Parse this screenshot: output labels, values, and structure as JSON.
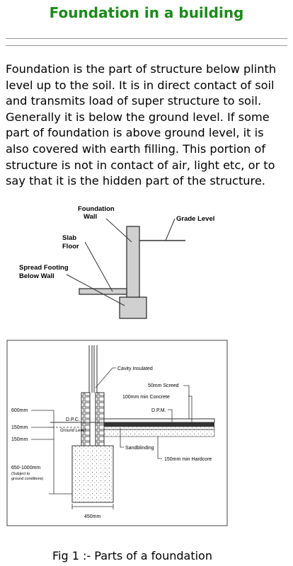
{
  "page": {
    "title": "Foundation in a building",
    "paragraph": "Foundation is the part of structure below plinth level up to the soil. It is in direct contact of soil and transmits load of super structure to soil. Generally it is below the ground level. If some part of foundation is above ground level, it is also covered with earth filling. This portion of structure is not in contact of air, light etc, or to say that it is the hidden part of the structure.",
    "caption": "Fig 1 :-  Parts of a foundation"
  },
  "diagram1": {
    "labels": {
      "foundation_wall_1": "Foundation",
      "foundation_wall_2": "Wall",
      "grade_level": "Grade Level",
      "slab_1": "Slab",
      "slab_2": "Floor",
      "spread_1": "Spread Footing",
      "spread_2": "Below Wall"
    }
  },
  "diagram2": {
    "labels": {
      "cavity": "Cavity Insulated",
      "screed": "50mm Screed",
      "concrete": "100mm min Concrete",
      "dpm": "D.P.M.",
      "dim_600": "600mm",
      "dim_150a": "150mm",
      "dim_150b": "150mm",
      "dpc": "D.P.C.",
      "ground_level": "Ground Level",
      "sandblinding": "Sandblinding",
      "hardcore": "150mm min Hardcore",
      "dim_650_1000": "650-1000mm",
      "subject_1": "(Subject to",
      "subject_2": "ground conditions)",
      "dim_450": "450mm"
    }
  }
}
